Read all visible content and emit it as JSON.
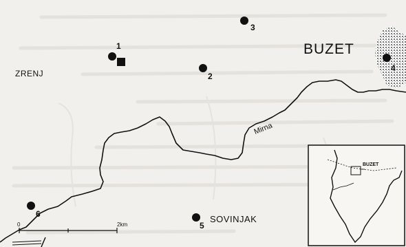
{
  "map": {
    "town_label": "BUZET",
    "place_labels": {
      "zrenj": "ZRENJ",
      "sovinjak": "SOVINJAK"
    },
    "river_label": "Mirna",
    "sites": [
      "1",
      "2",
      "3",
      "4",
      "5",
      "6"
    ],
    "scale": {
      "start": "0",
      "end": "2km"
    },
    "inset": {
      "label": "BUZET"
    },
    "colors": {
      "ink": "#111111",
      "paper": "#f2f0ec",
      "ghost_text": "#d9d6d1"
    }
  }
}
